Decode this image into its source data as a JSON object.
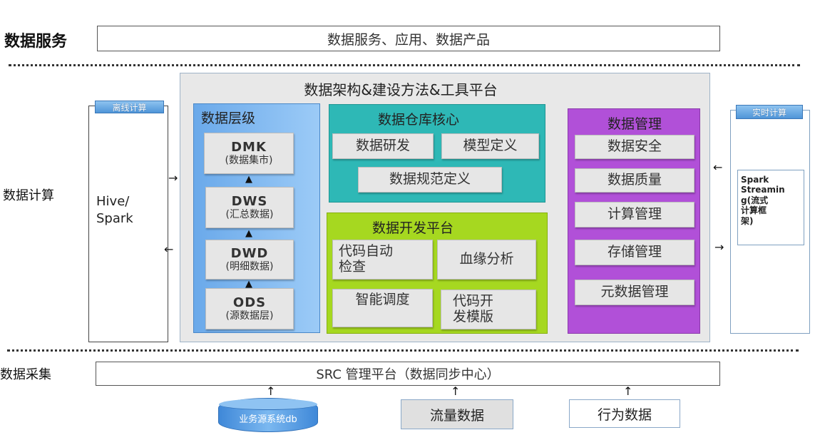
{
  "service": {
    "label": "数据服务",
    "box_text": "数据服务、应用、数据产品"
  },
  "compute": {
    "label": "数据计算",
    "offline": {
      "tag": "离线计算",
      "text": "Hive/\nSpark"
    },
    "realtime": {
      "tag": "实时计算",
      "text": "Spark\nStreamin\ng(流式\n计算框\n架)"
    },
    "architecture": {
      "title": "数据架构&建设方法&工具平台",
      "layers": {
        "title": "数据层级",
        "items": [
          {
            "en": "DMK",
            "cn": "(数据集市)"
          },
          {
            "en": "DWS",
            "cn": "(汇总数据)"
          },
          {
            "en": "DWD",
            "cn": "(明细数据)"
          },
          {
            "en": "ODS",
            "cn": "(源数据层)"
          }
        ]
      },
      "core": {
        "title": "数据仓库核心",
        "items": [
          "数据研发",
          "模型定义",
          "数据规范定义"
        ]
      },
      "dev_platform": {
        "title": "数据开发平台",
        "items": [
          "代码自动\n检查",
          "血缘分析",
          "智能调度",
          "代码开\n发模版"
        ]
      },
      "management": {
        "title": "数据管理",
        "items": [
          "数据安全",
          "数据质量",
          "计算管理",
          "存储管理",
          "元数据管理"
        ]
      }
    }
  },
  "collect": {
    "label": "数据采集",
    "platform": "SRC 管理平台（数据同步中心）",
    "sources": [
      "业务源系统db",
      "流量数据",
      "行为数据"
    ]
  },
  "colors": {
    "layers": "#6aa9ea",
    "core": "#2eb8b6",
    "dev_platform": "#a6d820",
    "management": "#b150d8",
    "tag": "#4f95d8"
  }
}
